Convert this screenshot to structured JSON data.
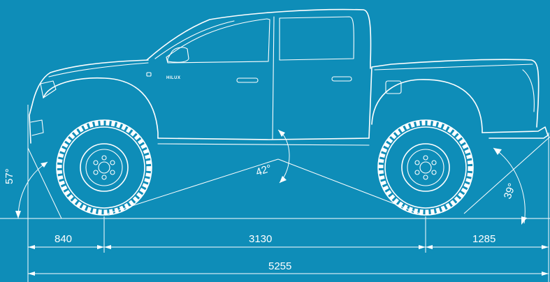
{
  "vehicle": {
    "model_badge": "HILUX"
  },
  "dimensions": {
    "front_overhang": "840",
    "wheelbase": "3130",
    "rear_overhang": "1285",
    "overall_length": "5255"
  },
  "angles": {
    "approach": "57°",
    "breakover": "42°",
    "departure": "39°"
  },
  "colors": {
    "background": "#0e8db8",
    "lines": "#ffffff"
  }
}
